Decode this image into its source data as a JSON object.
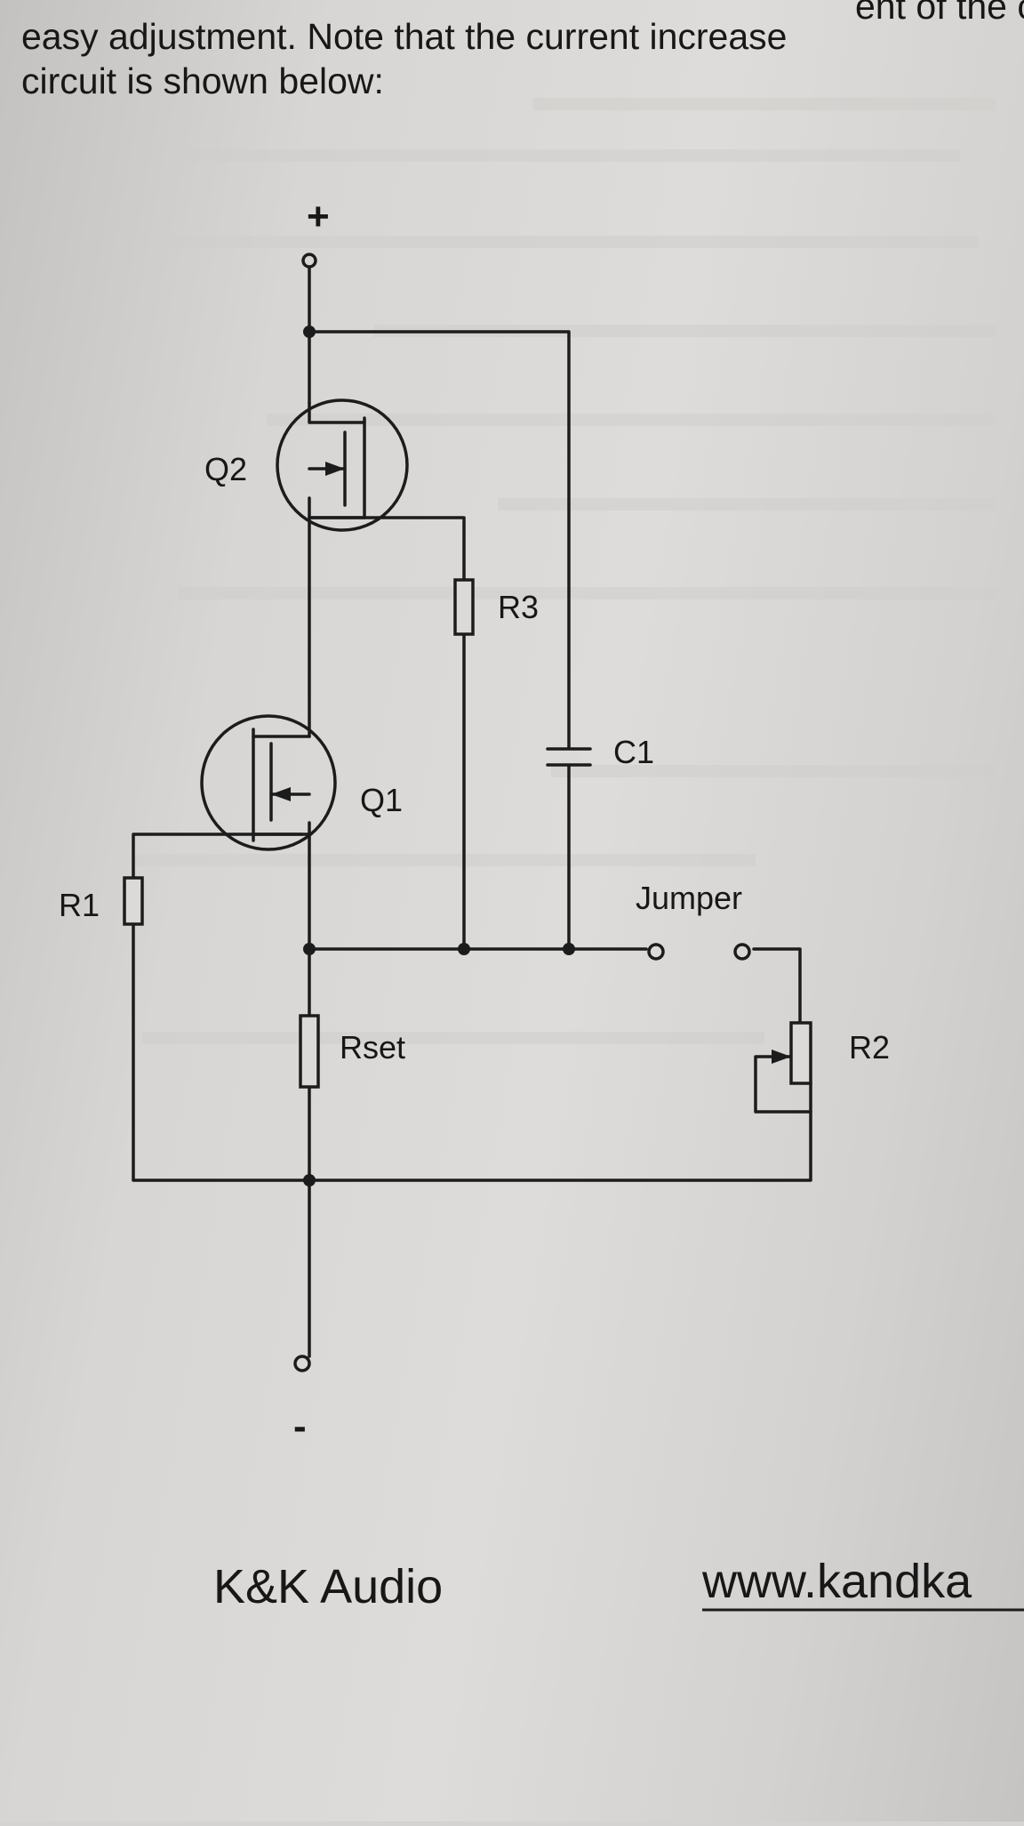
{
  "header": {
    "line0": "ent of the current",
    "line1": "easy adjustment.  Note that the current increase",
    "line2": "circuit is shown below:"
  },
  "terminals": {
    "positive": "+",
    "negative": "-"
  },
  "components": {
    "q2": "Q2",
    "q1": "Q1",
    "r3": "R3",
    "c1": "C1",
    "r1": "R1",
    "jumper": "Jumper",
    "rset": "Rset",
    "r2": "R2"
  },
  "footer": {
    "brand": "K&K Audio",
    "url": "www.kandka"
  }
}
